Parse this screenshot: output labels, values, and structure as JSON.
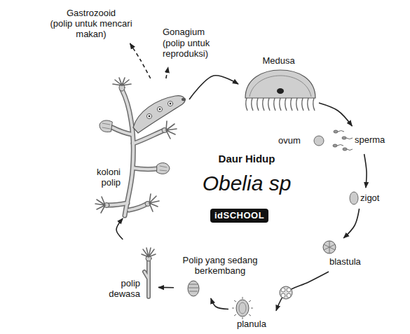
{
  "diagram": {
    "title": "Daur Hidup",
    "nodes": [
      {
        "text": [
          "koloni polip"
        ]
      },
      {
        "text": [
          "Gastrozooid",
          "(polip untuk mencari makan)"
        ]
      },
      {
        "text": [
          "Gonagium",
          "(polip untuk reproduksi)"
        ]
      },
      {
        "text": [
          "Medusa"
        ]
      },
      {
        "text": [
          "ovum"
        ]
      },
      {
        "text": [
          "sperma"
        ]
      },
      {
        "text": [
          "zigot"
        ]
      },
      {
        "text": [
          "blastula"
        ]
      },
      {
        "text": [
          "planula"
        ]
      },
      {
        "text": [
          "Polip yang sedang berkembang"
        ]
      },
      {
        "text": [
          "polip dewasa"
        ]
      }
    ],
    "edges": [
      {
        "from": 0,
        "to": 1,
        "arrow": "to"
      },
      {
        "from": 0,
        "to": 2,
        "arrow": "to"
      },
      {
        "from": 0,
        "to": 3,
        "arrow": "to"
      },
      {
        "from": 3,
        "to": 5,
        "arrow": "to"
      },
      {
        "from": 5,
        "to": 6,
        "arrow": "to"
      },
      {
        "from": 6,
        "to": 7,
        "arrow": "to"
      },
      {
        "from": 7,
        "to": 8,
        "arrow": "to"
      },
      {
        "from": 8,
        "to": 9,
        "arrow": "to"
      },
      {
        "from": 9,
        "to": 10,
        "arrow": "to"
      },
      {
        "from": 10,
        "to": 0,
        "arrow": "to"
      }
    ],
    "labels": [
      "Obelia sp",
      "idSCHOOL"
    ]
  }
}
